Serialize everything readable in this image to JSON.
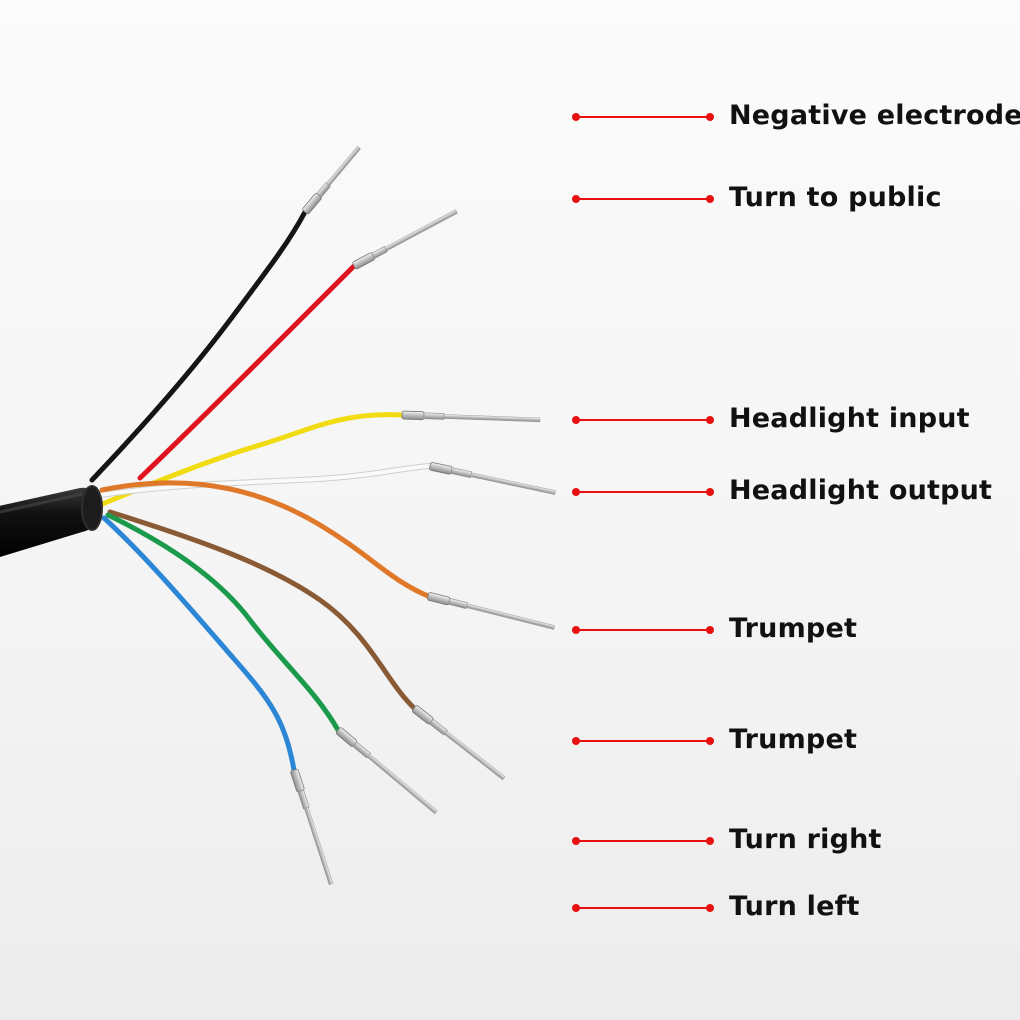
{
  "labels": [
    {
      "text": "Negative electrode",
      "wire_color": "#151515"
    },
    {
      "text": "Turn to public",
      "wire_color": "#e0141e"
    },
    {
      "text": "Headlight input",
      "wire_color": "#f1dc12"
    },
    {
      "text": "Headlight output",
      "wire_color": "#ffffff"
    },
    {
      "text": "Trumpet",
      "wire_color": "#e0782a"
    },
    {
      "text": "Trumpet",
      "wire_color": "#8a5a35"
    },
    {
      "text": "Turn right",
      "wire_color": "#1a9a4a"
    },
    {
      "text": "Turn left",
      "wire_color": "#2b86d6"
    }
  ],
  "pointer_color": "#e81010",
  "cable_color": "#0c0c0c",
  "terminal_color": "#c8c8c8"
}
